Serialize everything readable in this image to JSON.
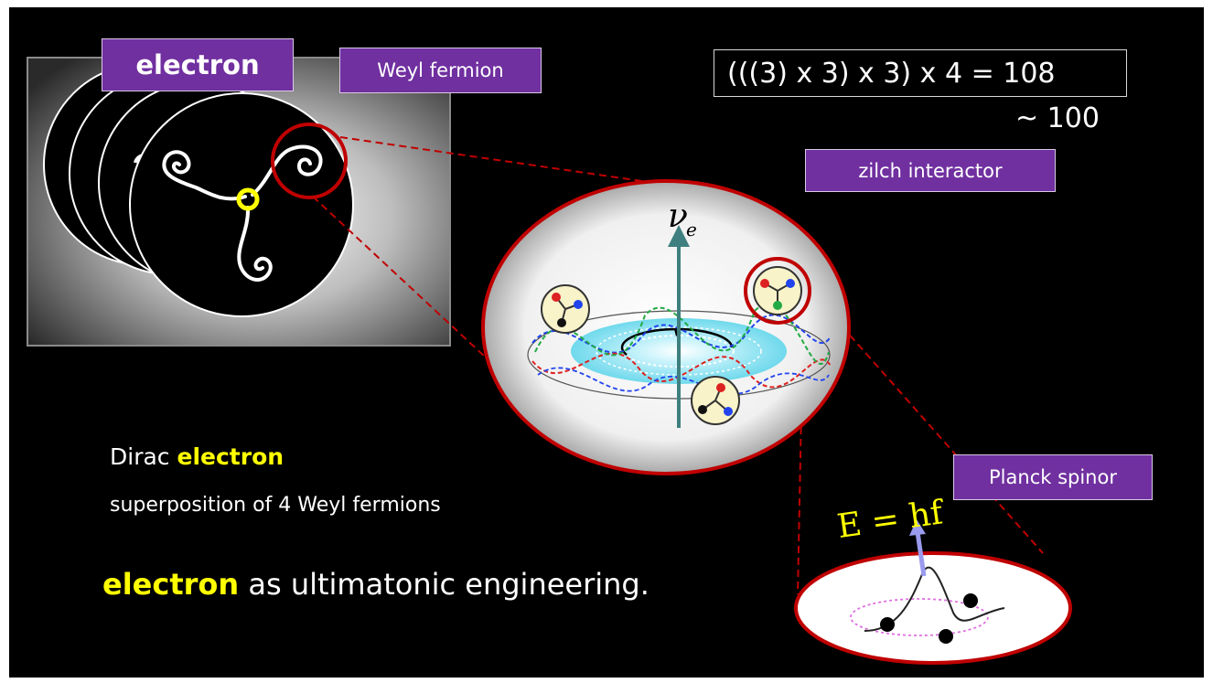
{
  "labels": {
    "electron_box": "electron",
    "weyl_box": "Weyl fermion",
    "zilch_box": "zilch interactor",
    "planck_box": "Planck spinor"
  },
  "equation": {
    "line1": "(((3)  x 3)  x 3)  x 4   =  108",
    "line2": "~  100"
  },
  "text": {
    "dirac_prefix": "Dirac ",
    "dirac_highlight": "electron",
    "superposition": "superposition of 4 Weyl  fermions",
    "ultimatonic_highlight": "electron",
    "ultimatonic_rest": " as ultimatonic engineering."
  },
  "symbols": {
    "nu": "ν",
    "nu_sub": "e",
    "formula": "E = hf"
  },
  "colors": {
    "background": "#000000",
    "label_purple": "#7030a0",
    "highlight_yellow": "#ffff00",
    "ring_red": "#c00000",
    "axis_teal": "#3f7f7f",
    "disk_cyan": "#7fe0f0"
  }
}
